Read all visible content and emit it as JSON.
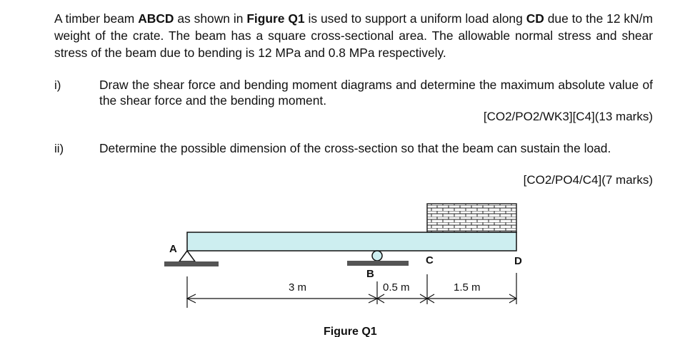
{
  "intro": {
    "p1": "A timber beam ",
    "b1": "ABCD",
    "p2": " as shown in ",
    "b2": "Figure Q1",
    "p3": " is used to support a uniform load along ",
    "b3": "CD",
    "p4": " due to the 12 kN/m weight of the crate. The beam has a square cross-sectional area. The allowable normal stress and shear stress of the beam due to bending is 12 MPa and 0.8 MPa respectively."
  },
  "questions": [
    {
      "label": "i)",
      "text": "Draw the shear force and bending moment diagrams and determine the maximum absolute value of the shear force and the bending moment.",
      "marks": "[CO2/PO2/WK3][C4](13 marks)"
    },
    {
      "label": "ii)",
      "text": "Determine the possible dimension of the cross-section so that the beam can sustain the load.",
      "marks": "[CO2/PO4/C4](7 marks)"
    }
  ],
  "figure": {
    "caption": "Figure Q1",
    "points": {
      "A": "A",
      "B": "B",
      "C": "C",
      "D": "D"
    },
    "dims": {
      "ab": "3 m",
      "bc": "0.5 m",
      "cd": "1.5 m"
    },
    "colors": {
      "beam": "#cdeef0",
      "stroke": "#111111",
      "support": "#555555"
    }
  }
}
